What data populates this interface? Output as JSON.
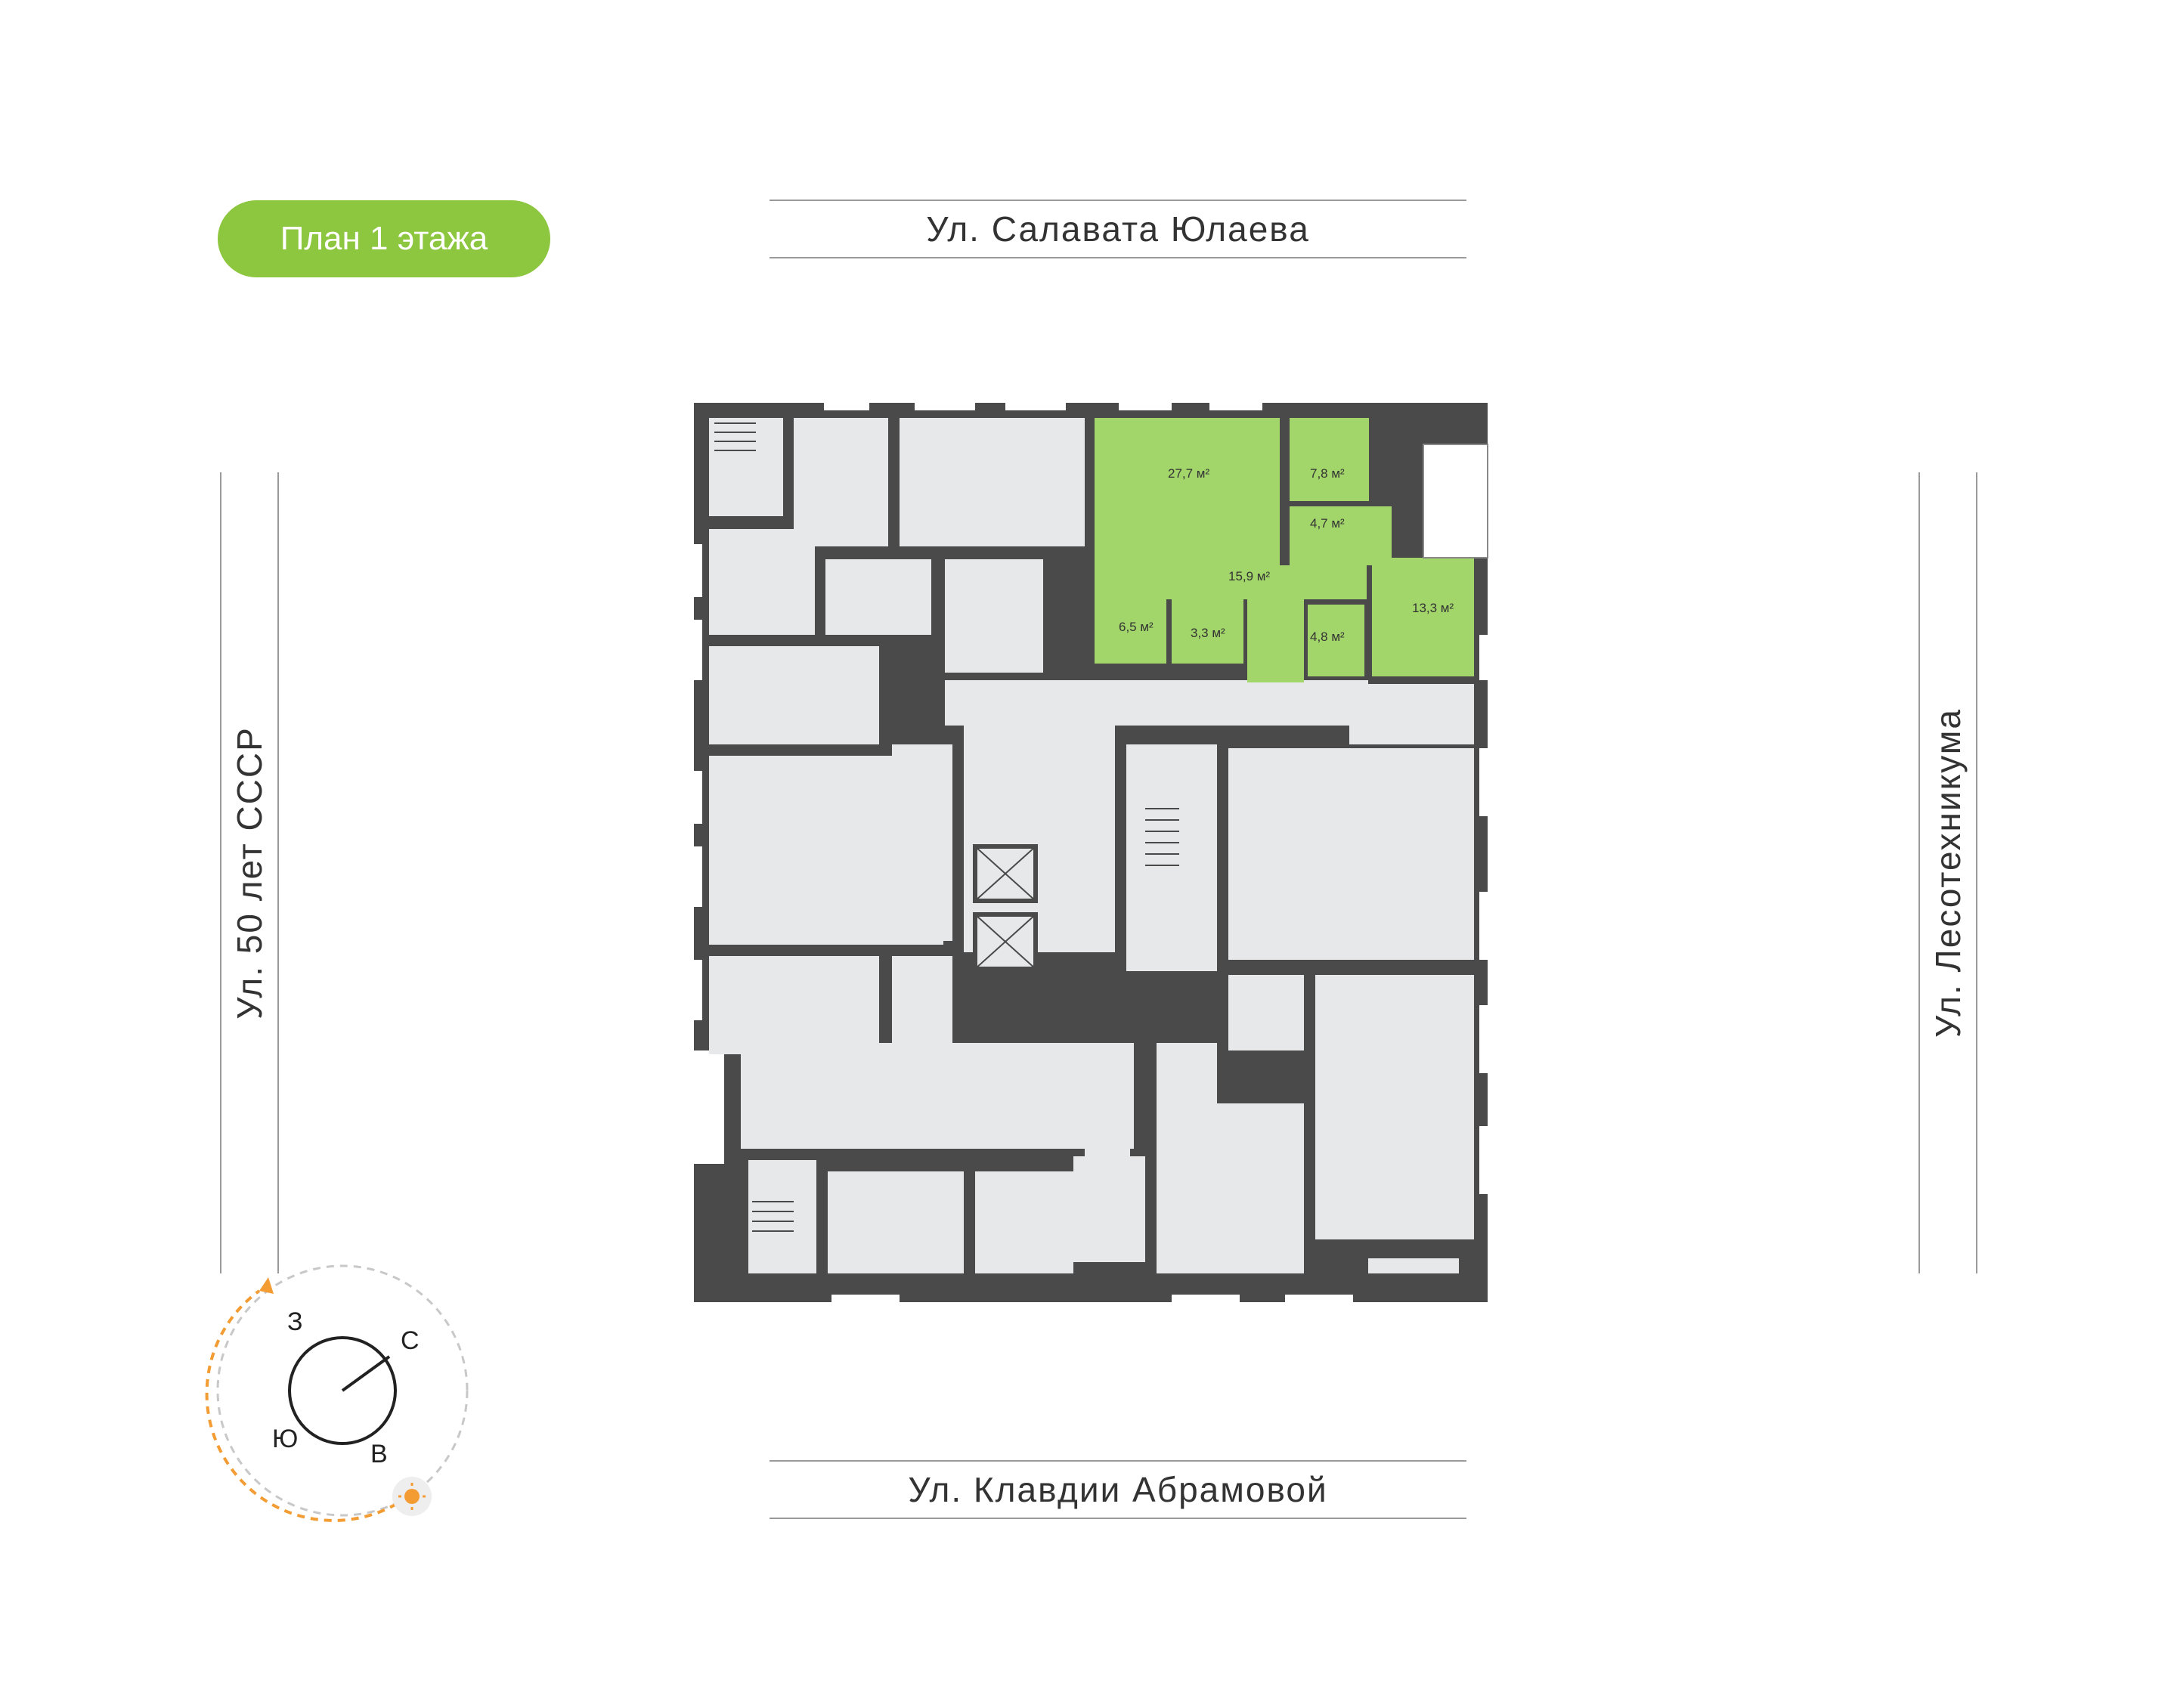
{
  "floor_label": "План 1 этажа",
  "streets": {
    "top": "Ул. Салавата Юлаева",
    "bottom": "Ул. Клавдии Абрамовой",
    "left": "Ул. 50 лет СССР",
    "right": "Ул. Лесотехникума"
  },
  "apartment": {
    "color": "#a2d56a",
    "rooms": [
      {
        "name": "living-room",
        "area": "27,7 м²"
      },
      {
        "name": "kitchen",
        "area": "7,8 м²"
      },
      {
        "name": "storage",
        "area": "4,7 м²"
      },
      {
        "name": "hall",
        "area": "15,9 м²"
      },
      {
        "name": "bedroom",
        "area": "13,3 м²"
      },
      {
        "name": "bathroom",
        "area": "6,5 м²"
      },
      {
        "name": "wc",
        "area": "3,3 м²"
      },
      {
        "name": "shower",
        "area": "4,8 м²"
      }
    ]
  },
  "compass": {
    "north": "С",
    "south": "Ю",
    "west": "З",
    "east": "В"
  },
  "colors": {
    "wall": "#4a4a4a",
    "room": "#e7e8e9",
    "accent": "#8dc63f",
    "sun_path": "#f39c33"
  }
}
